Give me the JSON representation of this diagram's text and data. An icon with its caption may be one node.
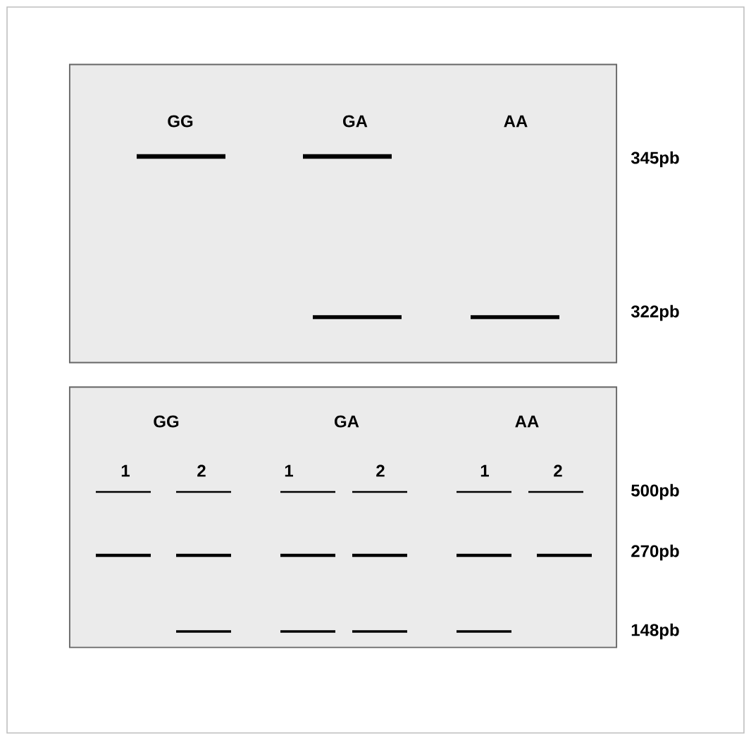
{
  "diagram": {
    "nodes": [
      {
        "text": [],
        "shape": "box"
      },
      {
        "text": [],
        "shape": "box"
      }
    ],
    "labels": [
      "GG",
      "GA",
      "AA",
      "345pb",
      "322pb",
      "GG",
      "GA",
      "AA",
      "1",
      "2",
      "1",
      "2",
      "1",
      "2",
      "500pb",
      "270pb",
      "148pb"
    ]
  }
}
